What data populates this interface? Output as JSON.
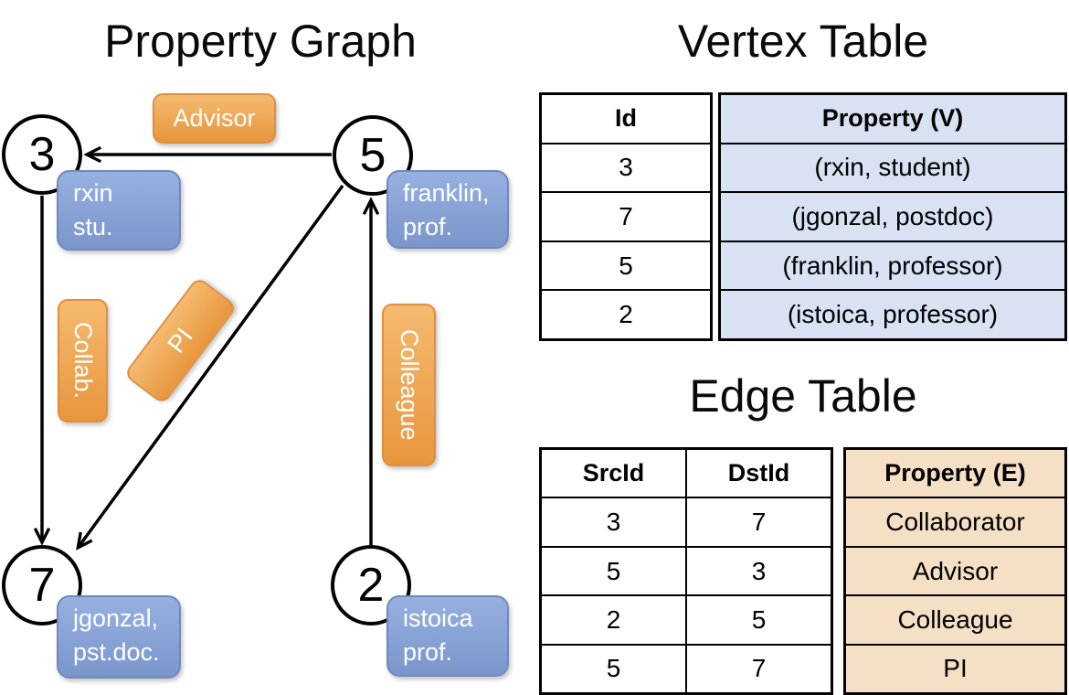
{
  "graph": {
    "title": "Property Graph",
    "nodes": [
      {
        "id": "3",
        "label_lines": [
          "rxin",
          "stu."
        ]
      },
      {
        "id": "5",
        "label_lines": [
          "franklin,",
          "prof."
        ]
      },
      {
        "id": "7",
        "label_lines": [
          "jgonzal,",
          "pst.doc."
        ]
      },
      {
        "id": "2",
        "label_lines": [
          "istoica",
          "prof."
        ]
      }
    ],
    "edge_labels": [
      {
        "text": "Advisor"
      },
      {
        "text": "Collab."
      },
      {
        "text": "PI"
      },
      {
        "text": "Colleague"
      }
    ]
  },
  "vertex_table": {
    "title": "Vertex Table",
    "headers": {
      "id": "Id",
      "prop": "Property (V)"
    },
    "rows": [
      {
        "id": "3",
        "prop": "(rxin, student)"
      },
      {
        "id": "7",
        "prop": "(jgonzal, postdoc)"
      },
      {
        "id": "5",
        "prop": "(franklin, professor)"
      },
      {
        "id": "2",
        "prop": "(istoica, professor)"
      }
    ]
  },
  "edge_table": {
    "title": "Edge Table",
    "headers": {
      "src": "SrcId",
      "dst": "DstId",
      "prop": "Property (E)"
    },
    "rows": [
      {
        "src": "3",
        "dst": "7",
        "prop": "Collaborator"
      },
      {
        "src": "5",
        "dst": "3",
        "prop": "Advisor"
      },
      {
        "src": "2",
        "dst": "5",
        "prop": "Colleague"
      },
      {
        "src": "5",
        "dst": "7",
        "prop": "PI"
      }
    ]
  },
  "colors": {
    "orange-top": "#f5ba70",
    "orange-bottom": "#e8963d",
    "orange-border": "#dd8f3e",
    "blue-top": "#96b0e0",
    "blue-bottom": "#7a96cb",
    "blue-border": "#7388bb",
    "vcell-bg": "#d9e2f3",
    "ecell-bg": "#f6e0c5",
    "line": "#000000"
  }
}
